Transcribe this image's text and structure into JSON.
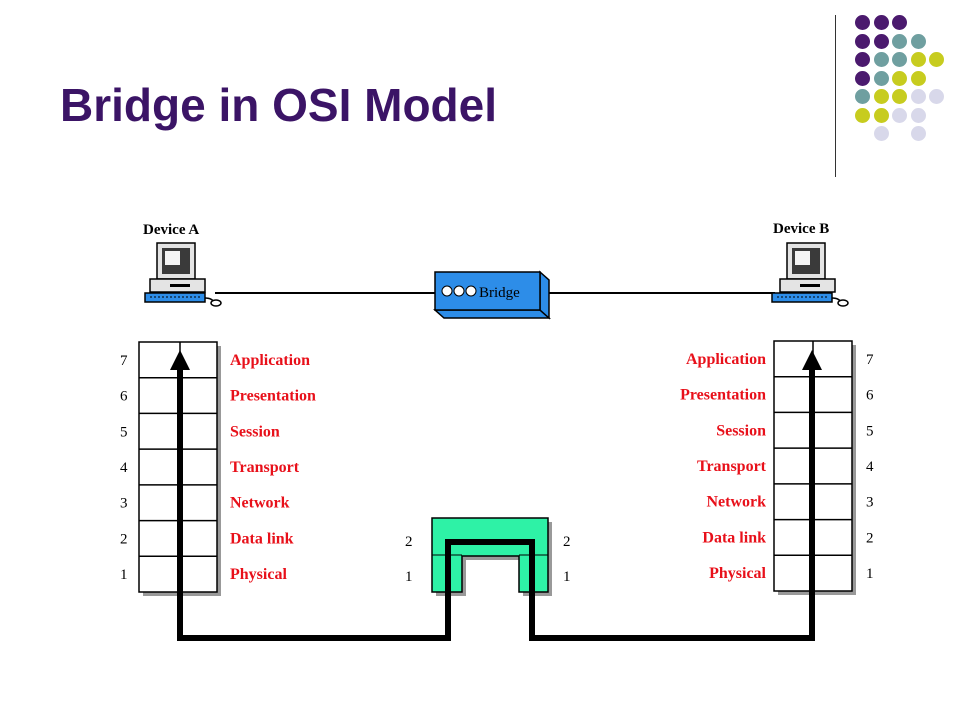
{
  "slide": {
    "title": "Bridge in OSI Model"
  },
  "colors": {
    "title": "#3b1466",
    "layer_label": "#e8101a",
    "bridge_blue": "#2d8de8",
    "bridge_green": "#2ef2a6",
    "dot_purple": "#4b1a6e",
    "dot_teal": "#6f9fa0",
    "dot_lime": "#c7cc1f",
    "dot_lavender": "#d8d8ea"
  },
  "decoration": {
    "dot_grid": [
      [
        "purple",
        "purple",
        "purple",
        null,
        null
      ],
      [
        "purple",
        "purple",
        "teal",
        "teal",
        null
      ],
      [
        "purple",
        "teal",
        "teal",
        "lime",
        "lime"
      ],
      [
        "purple",
        "teal",
        "lime",
        "lime",
        null
      ],
      [
        "teal",
        "lime",
        "lime",
        "lavender",
        "lavender"
      ],
      [
        "lime",
        "lime",
        "lavender",
        "lavender",
        null
      ],
      [
        null,
        "lavender",
        null,
        "lavender",
        null
      ]
    ]
  },
  "diagram": {
    "device_a": {
      "label": "Device A"
    },
    "device_b": {
      "label": "Device B"
    },
    "bridge": {
      "label": "Bridge"
    },
    "layer_numbers": [
      "7",
      "6",
      "5",
      "4",
      "3",
      "2",
      "1"
    ],
    "layers": [
      "Application",
      "Presentation",
      "Session",
      "Transport",
      "Network",
      "Data link",
      "Physical"
    ],
    "bridge_layer_numbers": [
      "2",
      "1"
    ]
  }
}
